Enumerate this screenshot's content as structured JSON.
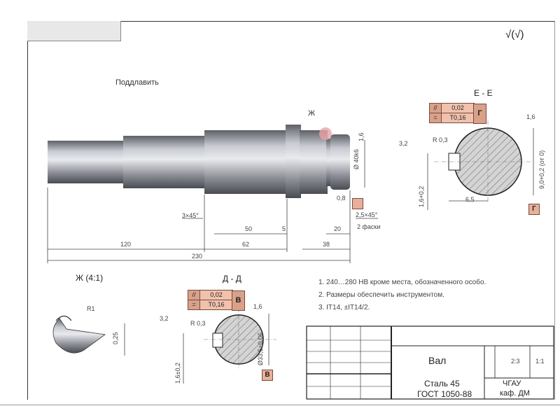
{
  "roughness_mark": "√(√)",
  "view_label": "Поддлавить",
  "section_ee": {
    "title": "Е - Е",
    "tol_sym1": "//",
    "tol_val1": "0,02",
    "tol_sym2": "=",
    "tol_val2": "Т0,16",
    "datum": "Г",
    "r_label": "R 0,3",
    "rough": "3,2",
    "rough2": "1,6",
    "dim_v": "9,0+0,2 (от 0)",
    "dim_h": "6,5",
    "dim_left": "1,6+0,2",
    "datum_bottom": "Г"
  },
  "detail_zh": {
    "title": "Ж (4:1)",
    "r_label": "R1",
    "dim": "0,25"
  },
  "section_dd": {
    "title": "Д - Д",
    "tol_sym1": "//",
    "tol_val1": "0,02",
    "tol_sym2": "=",
    "tol_val2": "Т0,16",
    "datum": "В",
    "r_label": "R 0,3",
    "rough": "3,2",
    "rough2": "1,6",
    "dim_v": "Ø33,5±0,06",
    "dim_left": "1,6±0,2",
    "datum_bottom": "В"
  },
  "shaft_dims": {
    "zh": "Ж",
    "chamfer_left": "3×45°",
    "d50": "50",
    "d5": "5",
    "d120": "120",
    "d62": "62",
    "d38": "38",
    "d20": "20",
    "d230": "230",
    "d08": "0,8",
    "chamfer_right": "2,5×45°",
    "chamfers_note": "2 фаски",
    "thread_side": "Ø 40k6",
    "rough_side": "1,6"
  },
  "notes": [
    "1. 240…280 HB кроме места, обозначенного особо.",
    "2. Размеры обеспечить инструментом.",
    "3. IT14, ±IT14/2."
  ],
  "title_block": {
    "name": "Вал",
    "material": "Сталь 45",
    "standard": "ГОСТ 1050-88",
    "org1": "ЧГАУ",
    "org2": "каф. ДМ",
    "scale": "1:1",
    "sheet": "2:3"
  }
}
